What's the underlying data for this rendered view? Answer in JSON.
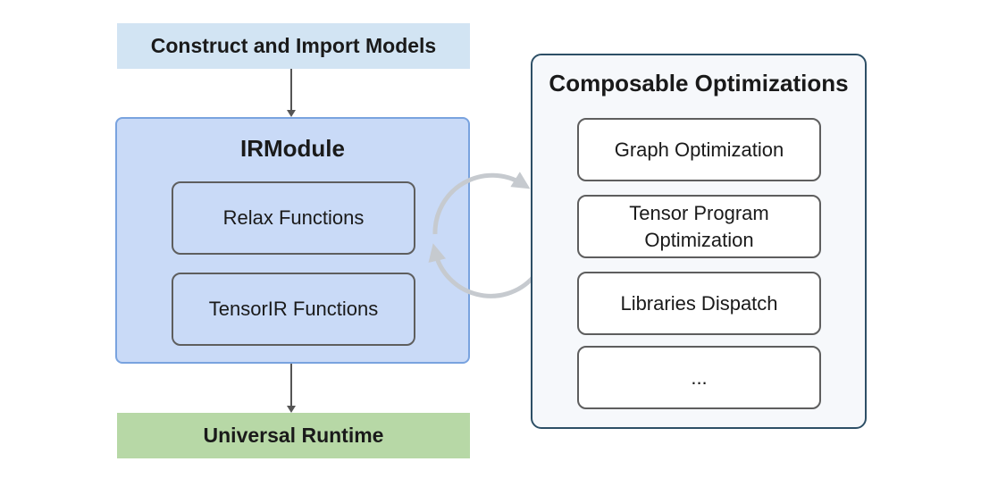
{
  "import_box": {
    "label": "Construct and Import Models"
  },
  "ir_module": {
    "title": "IRModule",
    "items": [
      {
        "label": "Relax Functions"
      },
      {
        "label": "TensorIR Functions"
      }
    ]
  },
  "runtime_box": {
    "label": "Universal Runtime"
  },
  "optimizations": {
    "title": "Composable Optimizations",
    "items": [
      {
        "label": "Graph Optimization"
      },
      {
        "label": "Tensor Program\nOptimization"
      },
      {
        "label": "Libraries Dispatch"
      },
      {
        "label": "..."
      }
    ]
  },
  "colors": {
    "import_fill": "#d2e4f3",
    "ir_fill": "#c9daf7",
    "ir_border": "#79a3df",
    "runtime_fill": "#b7d8a6",
    "panel_border": "#2d4f66",
    "cycle_arrow": "#c6cacf"
  }
}
